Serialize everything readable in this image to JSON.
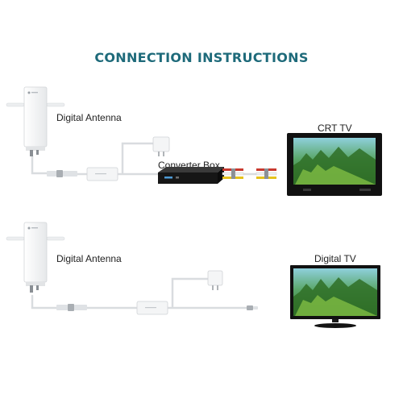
{
  "title": "CONNECTION INSTRUCTIONS",
  "colors": {
    "title": "#1e6a7a",
    "cable": "#d9dcdf",
    "device": "#f4f5f6",
    "tv_frame": "#111111",
    "converter_box": "#161616"
  },
  "setup_1": {
    "antenna_label": "Digital Antenna",
    "converter_label": "Converter Box",
    "tv_label": "CRT TV"
  },
  "setup_2": {
    "antenna_label": "Digital Antenna",
    "tv_label": "Digital TV"
  }
}
